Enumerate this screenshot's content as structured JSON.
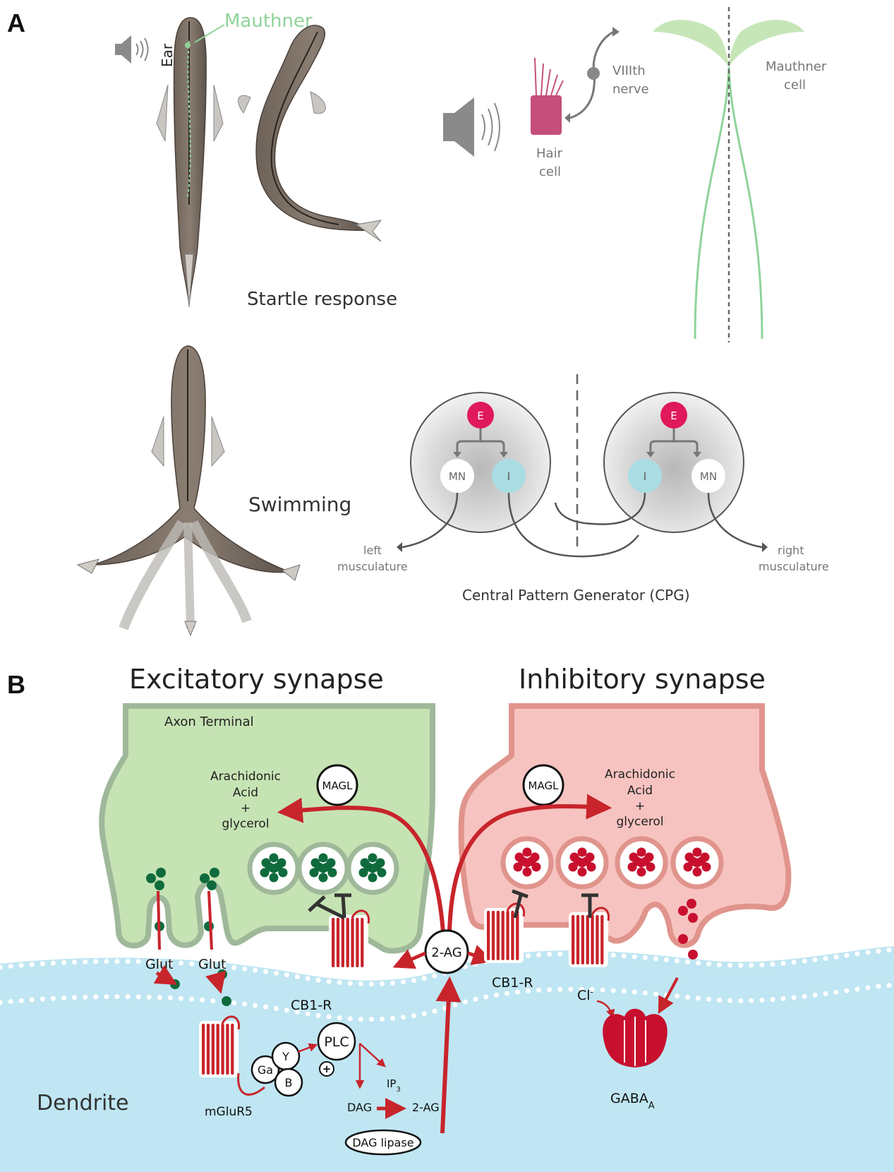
{
  "panel_a": {
    "letter": "A",
    "mauthner_label": "Mauthner",
    "ear_label": "Ear",
    "startle_label": "Startle response",
    "swimming_label": "Swimming",
    "hair_cell": [
      "Hair",
      "cell"
    ],
    "viii_nerve": [
      "VIIIth",
      "nerve"
    ],
    "mauthner_cell": [
      "Mauthner",
      "cell"
    ],
    "cpg": {
      "e_label": "E",
      "mn_label": "MN",
      "i_label": "I",
      "left_musculature": [
        "left",
        "musculature"
      ],
      "right_musculature": [
        "right",
        "musculature"
      ],
      "caption": "Central Pattern Generator (CPG)"
    }
  },
  "panel_b": {
    "letter": "B",
    "excitatory_title": "Excitatory synapse",
    "inhibitory_title": "Inhibitory synapse",
    "axon_terminal": "Axon Terminal",
    "arachidonic_left": [
      "Arachidonic",
      "Acid",
      "+",
      "glycerol"
    ],
    "arachidonic_right": [
      "Arachidonic",
      "Acid",
      "+",
      "glycerol"
    ],
    "magl": "MAGL",
    "glut": "Glut",
    "cb1r": "CB1-R",
    "two_ag": "2-AG",
    "cl": "Cl",
    "cl_sup": "-",
    "gaba": "GABA",
    "gaba_sub": "A",
    "dendrite": "Dendrite",
    "mglur5": "mGluR5",
    "ga": "Ga",
    "gy": "Y",
    "gb": "B",
    "plc": "PLC",
    "plus": "+",
    "ip3": "IP",
    "ip3_sub": "3",
    "dag": "DAG",
    "two_ag_small": "2-AG",
    "dag_lipase": "DAG lipase"
  },
  "colors": {
    "green_fill": "#c6e3b4",
    "green_stroke": "#9fb89a",
    "vesicle_green": "#0f6b3c",
    "pink_fill": "#f7c3c0",
    "pink_stroke": "#e0948c",
    "vesicle_red": "#c8102e",
    "arrow_red": "#c8242b",
    "dendrite_blue": "#bfe6f2",
    "mauthner_green": "#8fd49a",
    "hair_cell": "#c54f7a",
    "e_neuron": "#e0195a",
    "i_neuron": "#a9dde3"
  }
}
